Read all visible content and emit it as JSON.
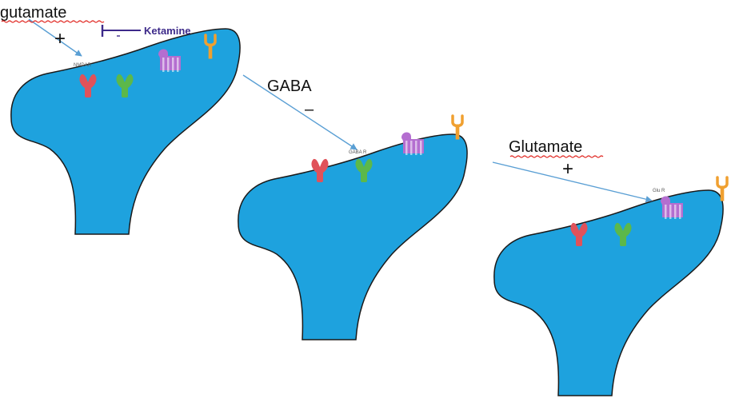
{
  "labels": {
    "glutamate_top": "gutamate",
    "plus_top": "+",
    "ketamine": "Ketamine",
    "gaba": "GABA",
    "minus": "–",
    "glutamate_right": "Glutamate",
    "plus_right": "+"
  },
  "receptor_labels": {
    "nmdar": "NMDAR",
    "gaba_r": "GABA R",
    "glu_r": "Glu R"
  },
  "colors": {
    "spine_fill": "#1ea2de",
    "spine_outline": "#1a1a1a",
    "arrow": "#5a9fd4",
    "ketamine": "#3d2a8a",
    "receptor_red": "#e0525a",
    "receptor_green": "#5cb84a",
    "receptor_purple": "#b46ed0",
    "receptor_orange": "#f0a030",
    "squiggle": "#e0201a"
  }
}
